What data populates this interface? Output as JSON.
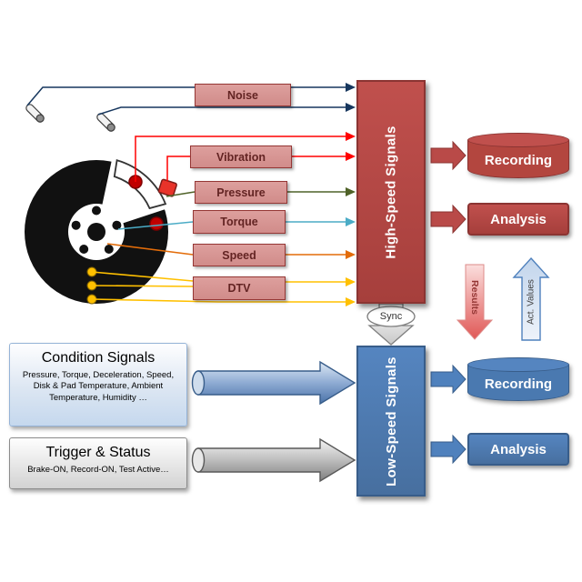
{
  "high_speed_section": {
    "label": "High-Speed Signals",
    "recording_label": "Recording",
    "analysis_label": "Analysis",
    "signals": {
      "noise": "Noise",
      "vibration": "Vibration",
      "pressure": "Pressure",
      "torque": "Torque",
      "speed": "Speed",
      "dtv": "DTV"
    }
  },
  "low_speed_section": {
    "label": "Low-Speed Signals",
    "recording_label": "Recording",
    "analysis_label": "Analysis",
    "condition_signals": {
      "title": "Condition Signals",
      "details": "Pressure, Torque, Deceleration, Speed, Disk & Pad Temperature, Ambient Temperature, Humidity …"
    },
    "trigger_status": {
      "title": "Trigger & Status",
      "details": "Brake-ON, Record-ON, Test Active…"
    }
  },
  "connectors": {
    "sync": "Sync",
    "results": "Results",
    "act_values": "Act. Values"
  },
  "colors": {
    "high_speed_fill": "#b94a48",
    "high_speed_border": "#8b3432",
    "low_speed_fill": "#4f81bd",
    "low_speed_border": "#385d8a",
    "signal_box_fill": "#d99694",
    "signal_box_border": "#953735",
    "noise_line": "#17375e",
    "vibration_line": "#ff0000",
    "pressure_line": "#4f6228",
    "torque_line": "#4bacc6",
    "speed_line": "#e36c09",
    "dtv_line": "#ffc000"
  }
}
